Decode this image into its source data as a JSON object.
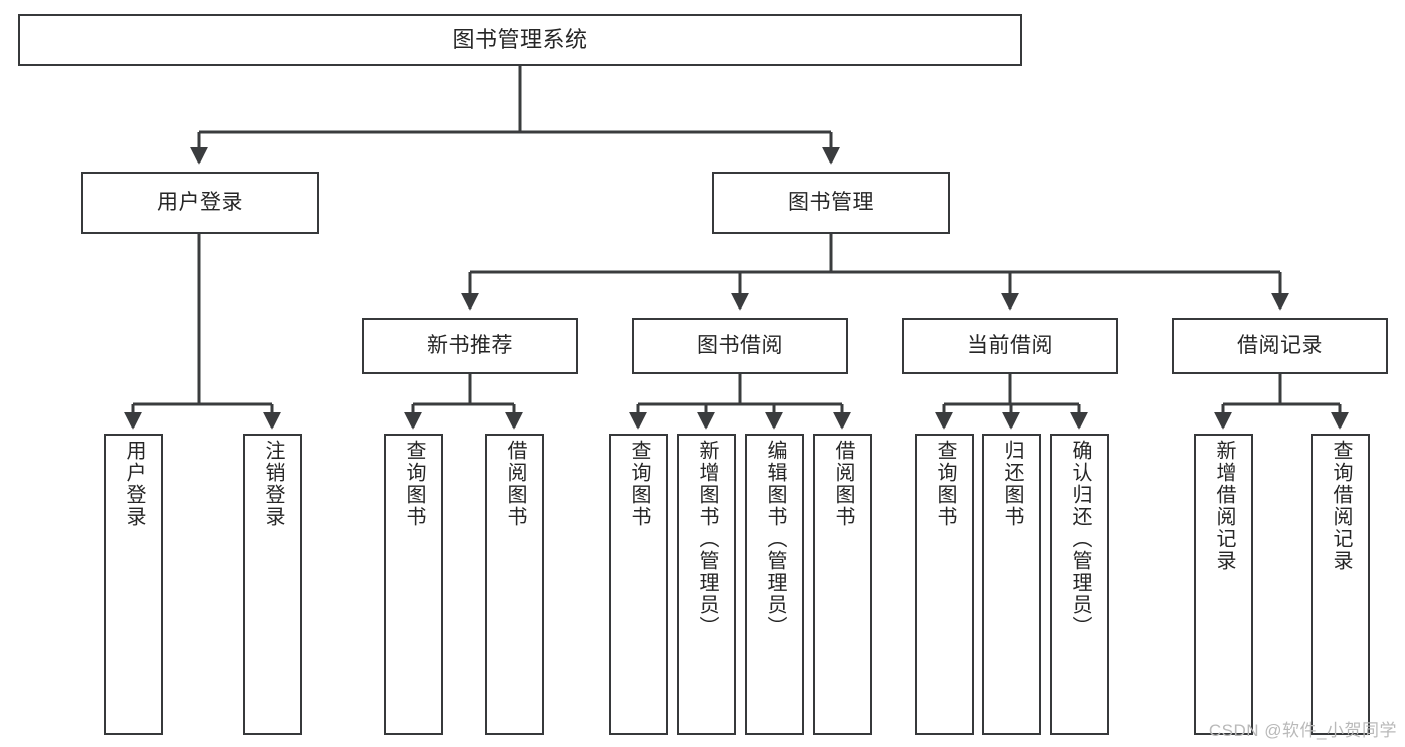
{
  "diagram": {
    "type": "tree",
    "title": "图书管理系统",
    "orientation": "top-down",
    "colors": {
      "box_border": "#37393b",
      "box_fill": "#ffffff",
      "edge": "#3a3c3e",
      "text": "#262626",
      "watermark": "#b9b9b9"
    },
    "root": {
      "label": "图书管理系统"
    },
    "level2": [
      {
        "label": "用户登录"
      },
      {
        "label": "图书管理"
      }
    ],
    "level3": [
      {
        "label": "新书推荐"
      },
      {
        "label": "图书借阅"
      },
      {
        "label": "当前借阅"
      },
      {
        "label": "借阅记录"
      }
    ],
    "leaves": {
      "user_login": [
        {
          "label": "用户登录"
        },
        {
          "label": "注销登录"
        }
      ],
      "new_book_recommend": [
        {
          "label": "查询图书"
        },
        {
          "label": "借阅图书"
        }
      ],
      "book_borrow": [
        {
          "label": "查询图书"
        },
        {
          "label": "新增图书（管理员）"
        },
        {
          "label": "编辑图书（管理员）"
        },
        {
          "label": "借阅图书"
        }
      ],
      "current_borrow": [
        {
          "label": "查询图书"
        },
        {
          "label": "归还图书"
        },
        {
          "label": "确认归还（管理员）"
        }
      ],
      "borrow_record": [
        {
          "label": "新增借阅记录"
        },
        {
          "label": "查询借阅记录"
        }
      ]
    }
  },
  "watermark": {
    "text": "CSDN @软件_小贺同学"
  }
}
